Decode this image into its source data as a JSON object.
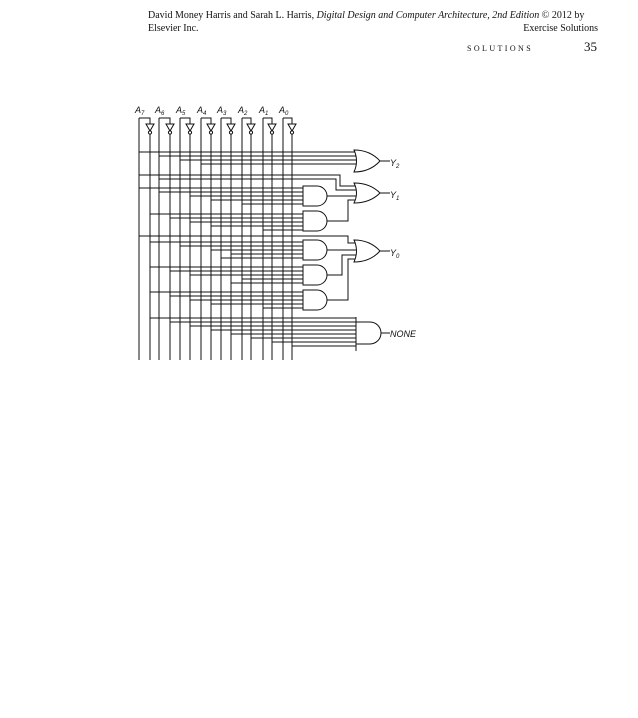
{
  "header": {
    "authors": "David Money Harris and Sarah L. Harris,",
    "book_title": "Digital Design and Computer Architecture, 2nd Edition",
    "copyright": "© 2012 by Elsevier Inc.",
    "subtitle": "Exercise Solutions",
    "section": "SOLUTIONS",
    "page_number": "35"
  },
  "circuit": {
    "inputs": [
      {
        "name": "A",
        "sub": "7"
      },
      {
        "name": "A",
        "sub": "6"
      },
      {
        "name": "A",
        "sub": "5"
      },
      {
        "name": "A",
        "sub": "4"
      },
      {
        "name": "A",
        "sub": "3"
      },
      {
        "name": "A",
        "sub": "2"
      },
      {
        "name": "A",
        "sub": "1"
      },
      {
        "name": "A",
        "sub": "0"
      }
    ],
    "outputs": [
      {
        "name": "Y",
        "sub": "2"
      },
      {
        "name": "Y",
        "sub": "1"
      },
      {
        "name": "Y",
        "sub": "0"
      },
      {
        "name": "NONE",
        "sub": ""
      }
    ]
  }
}
